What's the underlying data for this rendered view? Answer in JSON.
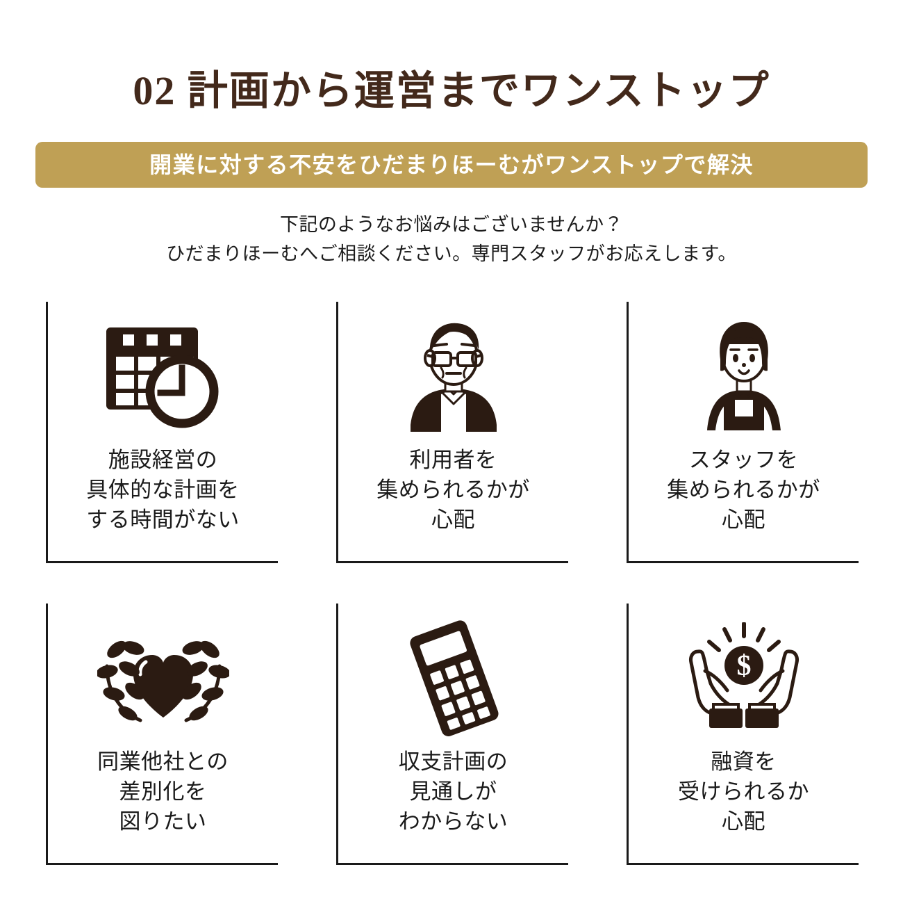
{
  "section": {
    "number_and_title": "02 計画から運営までワンストップ",
    "title_color": "#43291b"
  },
  "banner": {
    "text": "開業に対する不安をひだまりほーむがワンストップで解決",
    "background_color": "#bfa055",
    "text_color": "#ffffff"
  },
  "lead": {
    "line1": "下記のようなお悩みはございませんか？",
    "line2": "ひだまりほーむへご相談ください。専門スタッフがお応えします。"
  },
  "cards": [
    {
      "icon": "calendar-clock-icon",
      "caption_line1": "施設経営の",
      "caption_line2": "具体的な計画を",
      "caption_line3": "する時間がない"
    },
    {
      "icon": "elderly-man-glasses-icon",
      "caption_line1": "利用者を",
      "caption_line2": "集められるかが",
      "caption_line3": "心配"
    },
    {
      "icon": "woman-apron-staff-icon",
      "caption_line1": "スタッフを",
      "caption_line2": "集められるかが",
      "caption_line3": "心配"
    },
    {
      "icon": "heart-laurel-wreath-icon",
      "caption_line1": "同業他社との",
      "caption_line2": "差別化を",
      "caption_line3": "図りたい"
    },
    {
      "icon": "calculator-icon",
      "caption_line1": "収支計画の",
      "caption_line2": "見通しが",
      "caption_line3": "わからない"
    },
    {
      "icon": "hands-holding-money-icon",
      "caption_line1": "融資を",
      "caption_line2": "受けられるか",
      "caption_line3": "心配"
    }
  ]
}
